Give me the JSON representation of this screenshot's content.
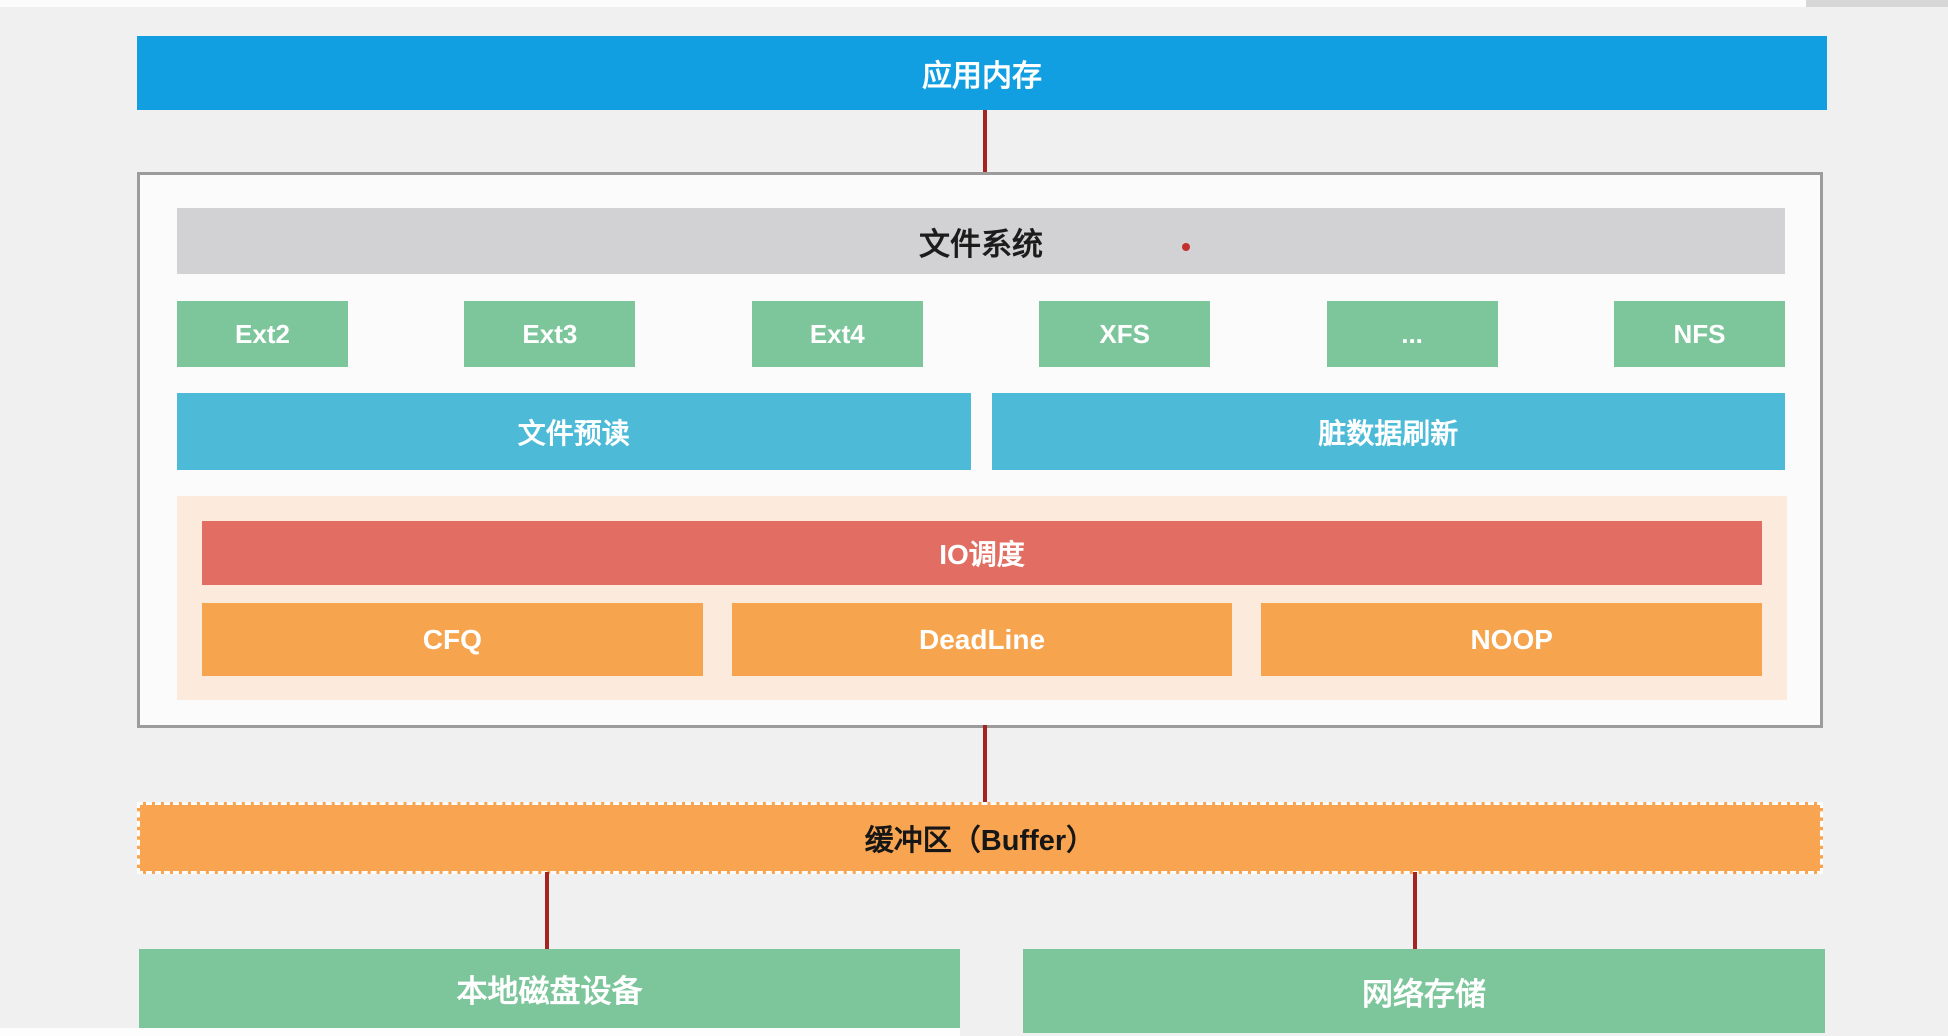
{
  "diagram": {
    "app_memory_label": "应用内存",
    "filesystem": {
      "title": "文件系统",
      "fs_types": [
        "Ext2",
        "Ext3",
        "Ext4",
        "XFS",
        "...",
        "NFS"
      ],
      "readahead_label": "文件预读",
      "dirty_flush_label": "脏数据刷新",
      "io_scheduling": {
        "title": "IO调度",
        "schedulers": [
          "CFQ",
          "DeadLine",
          "NOOP"
        ]
      }
    },
    "buffer_label": "缓冲区（Buffer）",
    "storage": {
      "local_disk_label": "本地磁盘设备",
      "network_storage_label": "网络存储"
    }
  },
  "colors": {
    "app_memory_bar": "#129fe2",
    "fs_title_bar": "#d2d2d4",
    "fs_type_box": "#7dc69c",
    "cache_bar": "#4dbbd8",
    "io_container": "#fcebdc",
    "io_title_bar": "#e26e63",
    "scheduler_box": "#f7a44f",
    "buffer_bar": "#f9a451",
    "storage_box": "#7dc69c",
    "connector_line": "#a42422",
    "pointer_dot": "#c23030"
  }
}
